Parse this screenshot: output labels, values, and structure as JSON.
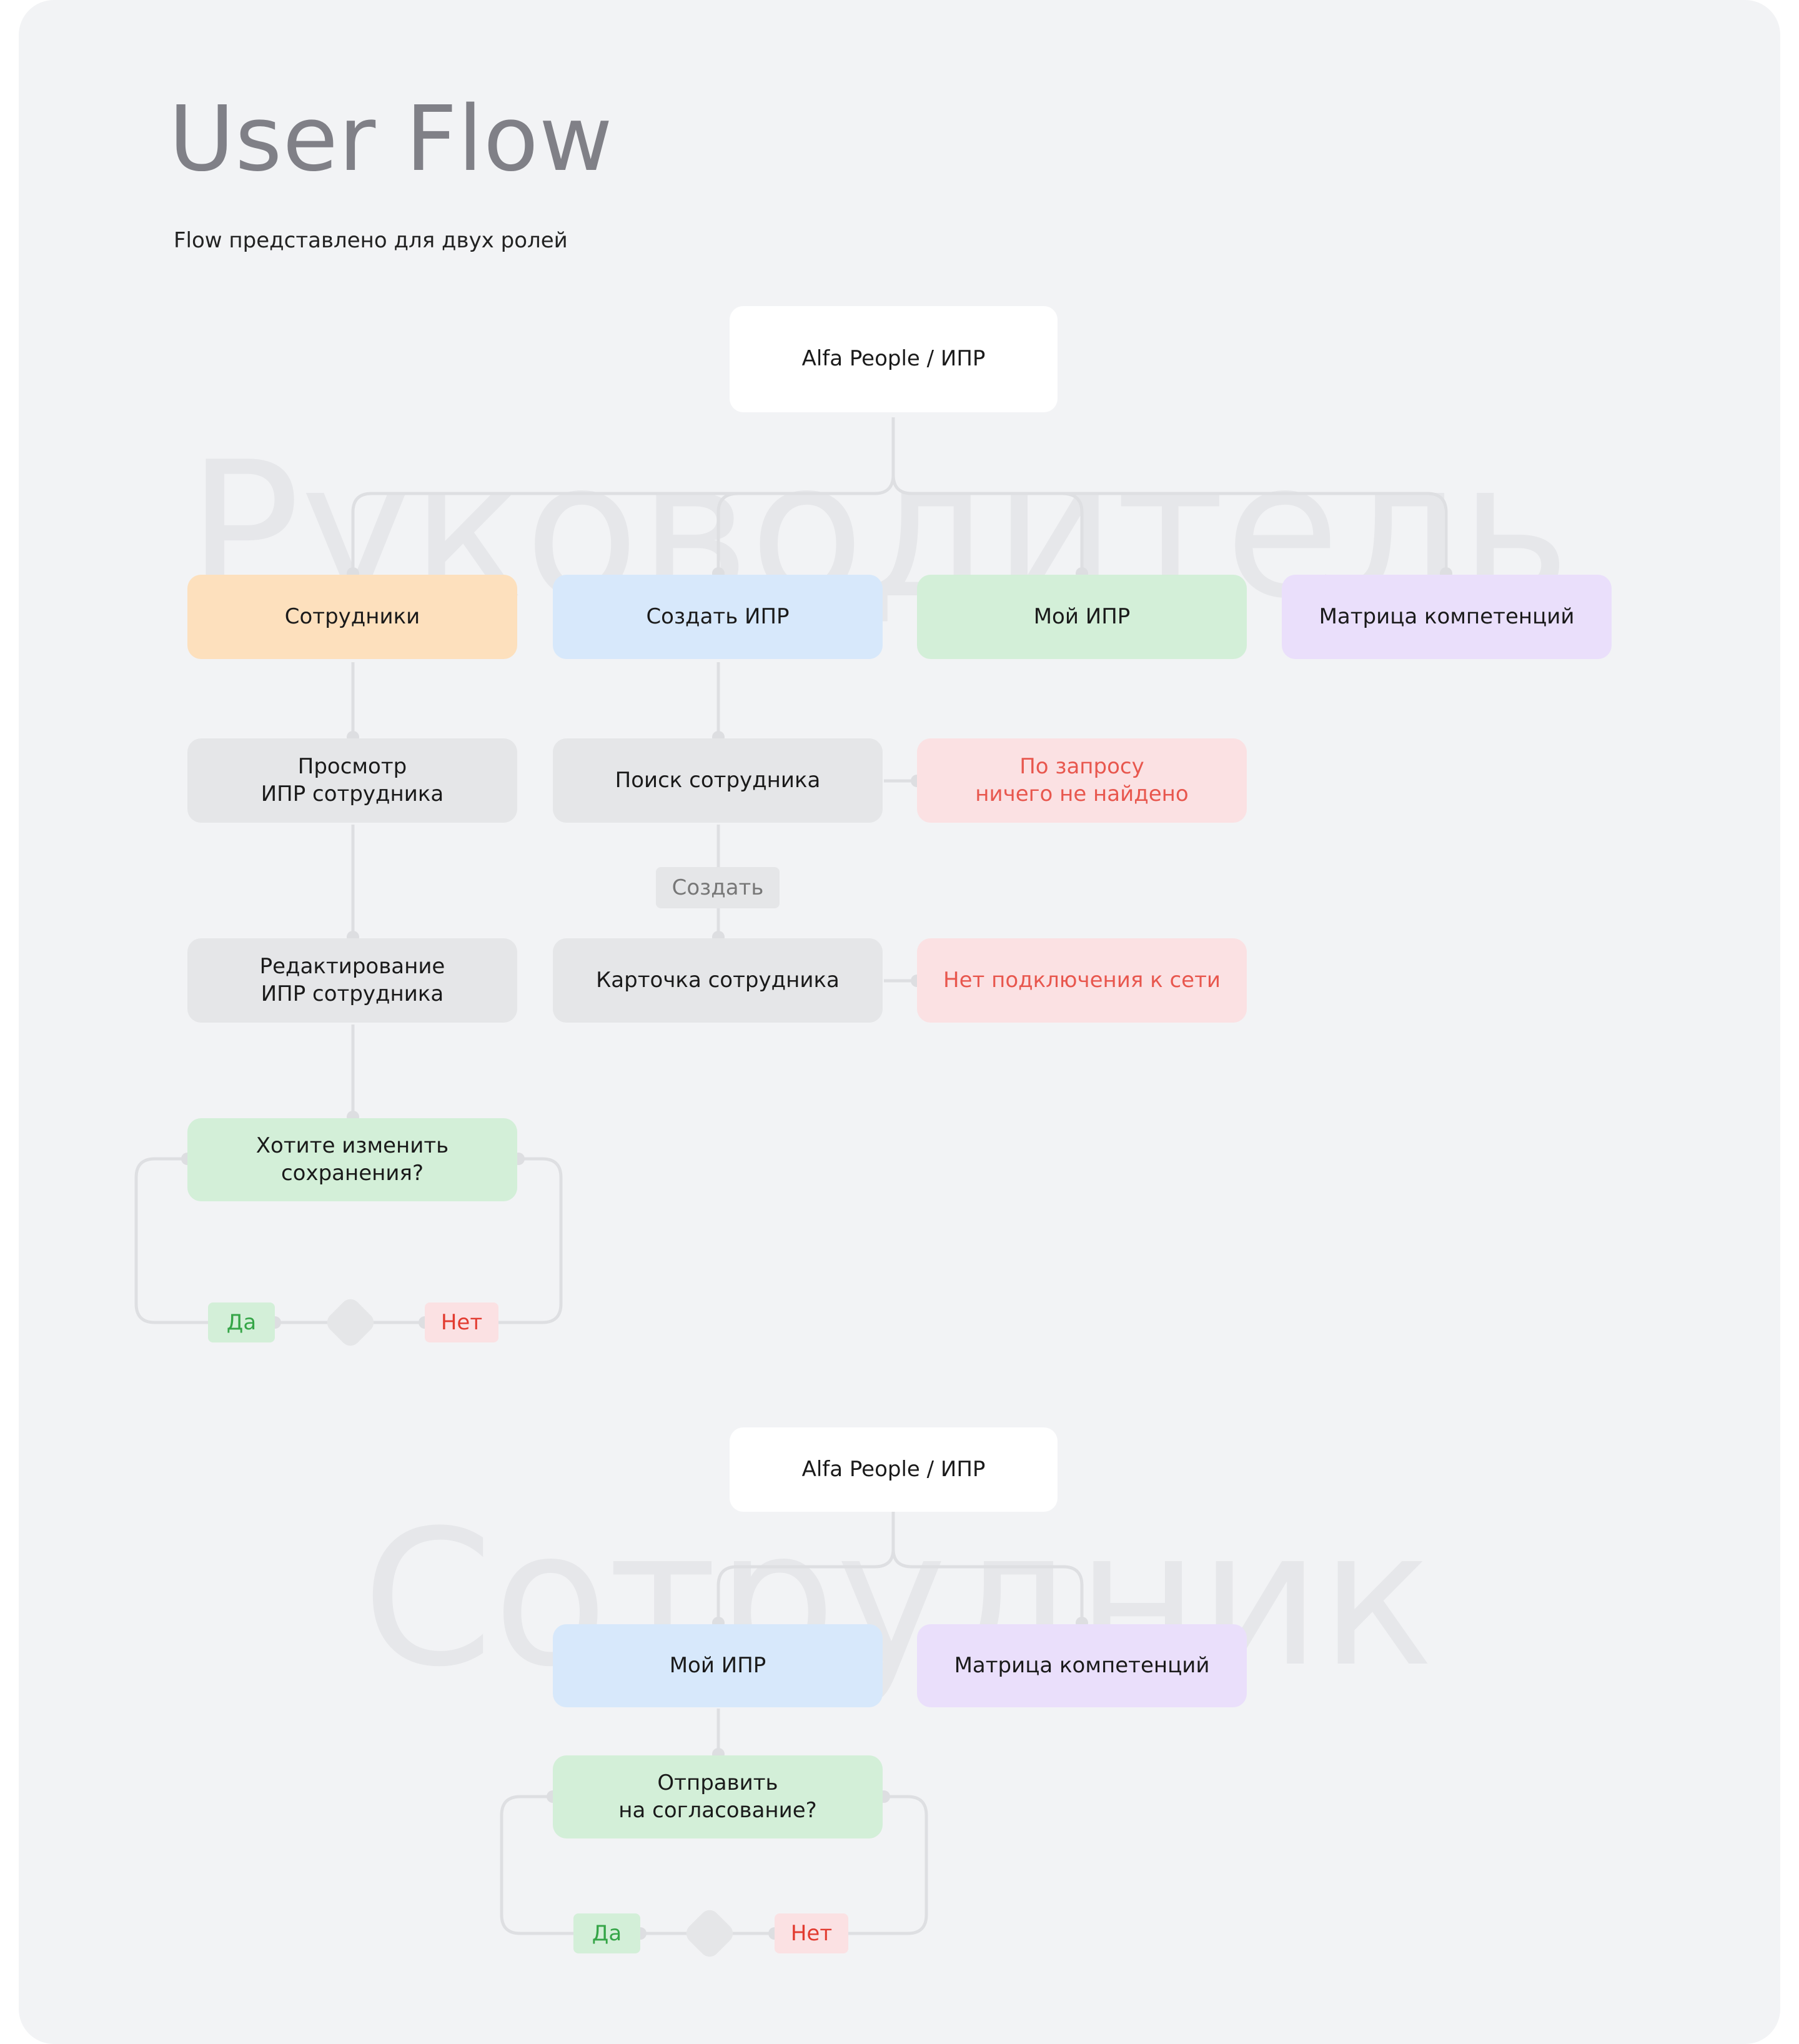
{
  "header": {
    "title": "User Flow",
    "subtitle": "Flow представлено для двух ролей"
  },
  "manager_flow": {
    "watermark": "Руководитель",
    "root": "Alfa People / ИПР",
    "employees": "Сотрудники",
    "create_ipr": "Создать ИПР",
    "my_ipr": "Мой ИПР",
    "matrix": "Матрица компетенций",
    "view_ipr": "Просмотр\nИПР сотрудника",
    "search": "Поиск сотрудника",
    "not_found": "По запросу\nничего не найдено",
    "create_label": "Создать",
    "edit_ipr": "Редактирование\nИПР сотрудника",
    "employee_card": "Карточка сотрудника",
    "no_network": "Нет подключения к сети",
    "save_question": "Хотите изменить\nсохранения?",
    "yes": "Да",
    "no": "Нет"
  },
  "employee_flow": {
    "watermark": "Сотрудник",
    "root": "Alfa People / ИПР",
    "my_ipr": "Мой ИПР",
    "matrix": "Матрица компетенций",
    "send_question": "Отправить\nна согласование?",
    "yes": "Да",
    "no": "Нет"
  },
  "colors": {
    "background": "#f2f3f5",
    "connector": "#dedfe2",
    "orange": "#fde0bd",
    "blue": "#d7e8fb",
    "green": "#d3efd8",
    "purple": "#eadffb",
    "gray": "#e5e6e8",
    "red_bg": "#fbe1e3",
    "red_text": "#e8574e"
  }
}
